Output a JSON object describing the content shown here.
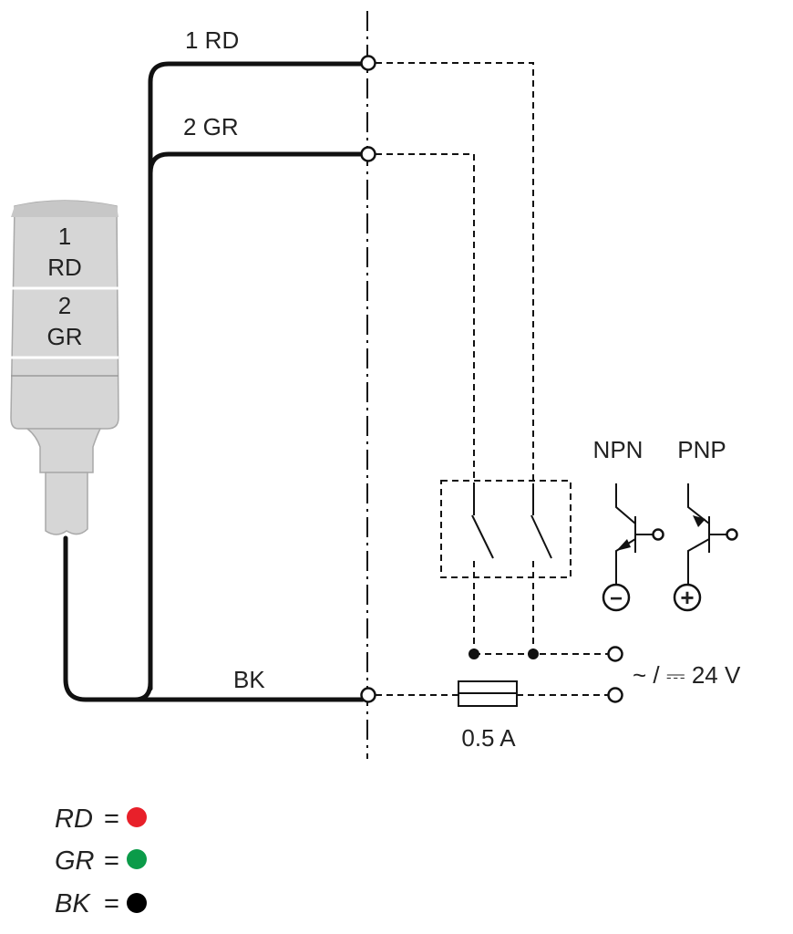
{
  "wires": {
    "rd_label": "1 RD",
    "gr_label": "2 GR",
    "bk_label": "BK"
  },
  "light": {
    "tier1_num": "1",
    "tier1_color": "RD",
    "tier2_num": "2",
    "tier2_color": "GR"
  },
  "circuit": {
    "fuse_label": "0.5 A",
    "supply_label": "~ / ⎓ 24 V",
    "npn_label": "NPN",
    "pnp_label": "PNP",
    "npn_sign": "−",
    "pnp_sign": "+"
  },
  "legend": [
    {
      "code": "RD",
      "eq": "=",
      "color": "#e8202a"
    },
    {
      "code": "GR",
      "eq": "=",
      "color": "#0b9b49"
    },
    {
      "code": "BK",
      "eq": "=",
      "color": "#000000"
    }
  ]
}
